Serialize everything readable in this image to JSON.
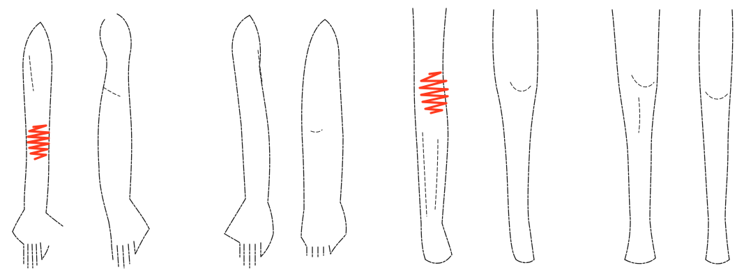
{
  "figure": {
    "views": [
      {
        "id": "arm-1",
        "limb": "arm",
        "marked": true
      },
      {
        "id": "arm-2",
        "limb": "arm",
        "marked": false
      },
      {
        "id": "arm-3",
        "limb": "arm",
        "marked": false
      },
      {
        "id": "arm-4",
        "limb": "arm",
        "marked": false
      },
      {
        "id": "leg-1",
        "limb": "leg",
        "marked": true
      },
      {
        "id": "leg-2",
        "limb": "leg",
        "marked": false
      },
      {
        "id": "leg-3",
        "limb": "leg",
        "marked": false
      },
      {
        "id": "leg-4",
        "limb": "leg",
        "marked": false
      }
    ],
    "mark_color": "#ff3b1f",
    "outline_color": "#1a1a1a"
  }
}
